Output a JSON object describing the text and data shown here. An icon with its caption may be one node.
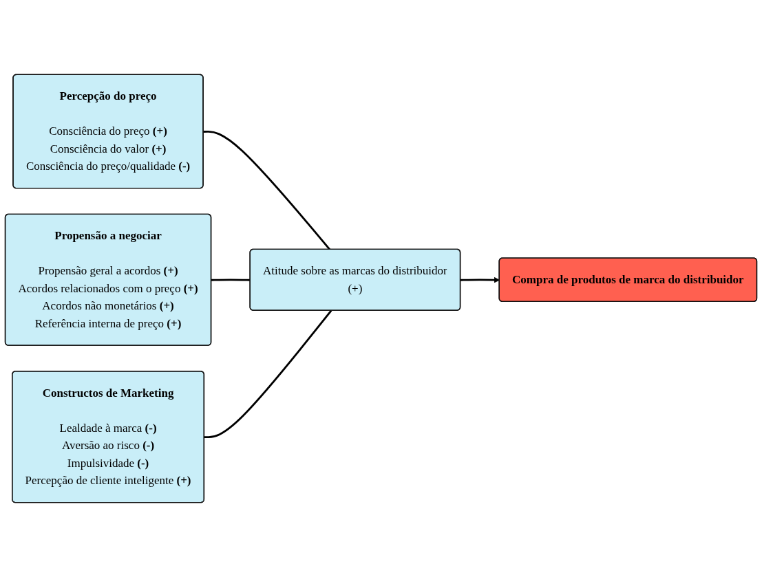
{
  "diagram": {
    "nodes": [
      {
        "text": [
          "Percepção do preço",
          "Consciência do preço **(+)**",
          "Consciência do valor **(+)**",
          "Consciência do preço/qualidade **(-)**"
        ]
      },
      {
        "text": [
          "Propensão a negociar",
          "Propensão geral a acordos **(+)**",
          "Acordos relacionados com o preço **(+)**",
          "Acordos não monetários **(+)**",
          "Referência interna de preço **(+)**"
        ]
      },
      {
        "text": [
          "Constructos de Marketing",
          "Lealdade à marca **(-)**",
          "Aversão ao risco **(-)**",
          "Impulsividade **(-)**",
          "Percepção de cliente inteligente **(+)**"
        ]
      },
      {
        "text": [
          "Atitude sobre as marcas do distribuidor",
          "(+)"
        ]
      },
      {
        "text": [
          "Compra de produtos de marca do distribuidor"
        ]
      }
    ],
    "edges": [
      {
        "from": 0,
        "to": 3,
        "arrow": "none"
      },
      {
        "from": 1,
        "to": 3,
        "arrow": "none"
      },
      {
        "from": 2,
        "to": 3,
        "arrow": "none"
      },
      {
        "from": 3,
        "to": 4,
        "arrow": "to"
      }
    ]
  }
}
